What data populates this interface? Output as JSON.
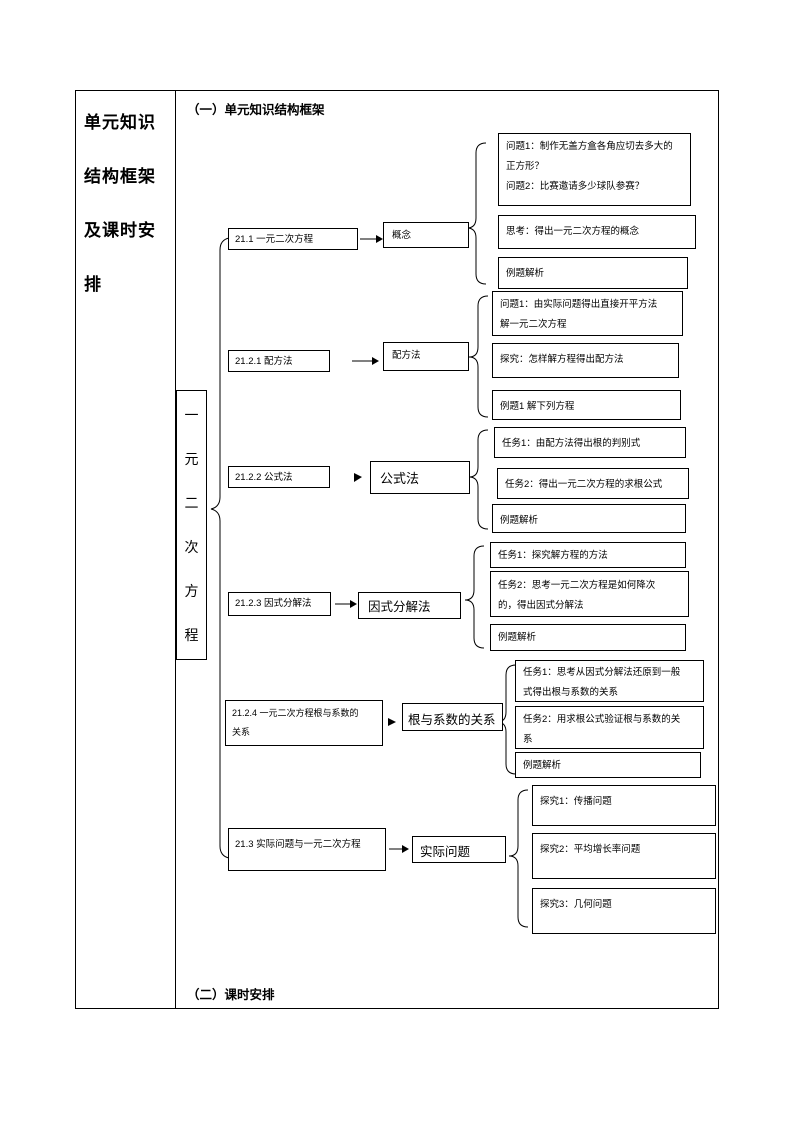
{
  "page": {
    "row_header": {
      "title": "单元知识结构框架及课时安排",
      "lines": [
        "单元知识",
        "结构框架",
        "及课时安",
        "排"
      ]
    },
    "section1_heading": "（一）单元知识结构框架",
    "section2_heading": "（二）课时安排"
  },
  "diagram": {
    "root": {
      "label": "一元二次方程",
      "chars": [
        "一",
        "元",
        "二",
        "次",
        "方",
        "程"
      ]
    },
    "rows": [
      {
        "chapter": "21.1 一元二次方程",
        "method": "概念",
        "details": [
          "问题1：制作无盖方盒各角应切去多大的\n正方形？\n问题2：比赛邀请多少球队参赛？",
          "思考：得出一元二次方程的概念",
          "例题解析"
        ]
      },
      {
        "chapter": "21.2.1 配方法",
        "method": "配方法",
        "details": [
          "问题1：由实际问题得出直接开平方法\n解一元二次方程",
          "探究：怎样解方程得出配方法",
          "例题1 解下列方程"
        ]
      },
      {
        "chapter": "21.2.2 公式法",
        "method": "公式法",
        "details": [
          "任务1：由配方法得出根的判别式",
          "任务2：得出一元二次方程的求根公式",
          "例题解析"
        ]
      },
      {
        "chapter": "21.2.3 因式分解法",
        "method": "因式分解法",
        "details": [
          "任务1：探究解方程的方法",
          "任务2：思考一元二次方程是如何降次\n的，得出因式分解法",
          "例题解析"
        ]
      },
      {
        "chapter": "21.2.4 一元二次方程根与系数的\n关系",
        "method": "根与系数的关系",
        "details": [
          "任务1：思考从因式分解法还原到一般\n式得出根与系数的关系",
          "任务2：用求根公式验证根与系数的关\n系",
          "例题解析"
        ]
      },
      {
        "chapter": "21.3 实际问题与一元二次方程",
        "method": "实际问题",
        "details": [
          "探究1：传播问题",
          "探究2：平均增长率问题",
          "探究3：几何问题"
        ]
      }
    ]
  }
}
